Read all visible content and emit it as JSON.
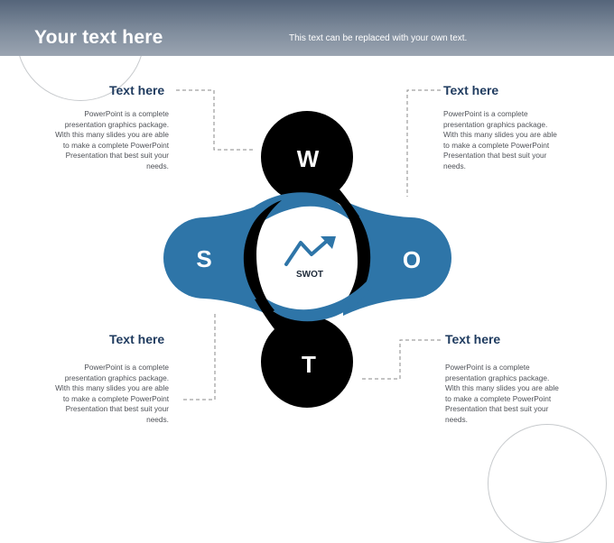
{
  "header": {
    "title": "Your text here",
    "subtitle": "This text can be replaced with your own text."
  },
  "colors": {
    "navy": "#1f3b5f",
    "blue": "#2e75a8",
    "black": "#000000"
  },
  "center_label": "SWOT",
  "nodes": {
    "w": "W",
    "s": "S",
    "o": "O",
    "t": "T"
  },
  "blocks": {
    "top_left": {
      "heading": "Text here",
      "body": "PowerPoint is a complete presentation graphics package. With this many slides you are able to make a complete PowerPoint Presentation that best suit your needs."
    },
    "top_right": {
      "heading": "Text here",
      "body": "PowerPoint is a complete presentation graphics package. With this many slides you are able to make a complete PowerPoint Presentation that best suit your needs."
    },
    "bottom_left": {
      "heading": "Text here",
      "body": "PowerPoint is a complete presentation graphics package. With this many slides you are able to make a complete PowerPoint Presentation that best suit your needs."
    },
    "bottom_right": {
      "heading": "Text here",
      "body": "PowerPoint is a complete presentation graphics package. With this many slides you are able to make a complete PowerPoint Presentation that best suit your needs."
    }
  }
}
